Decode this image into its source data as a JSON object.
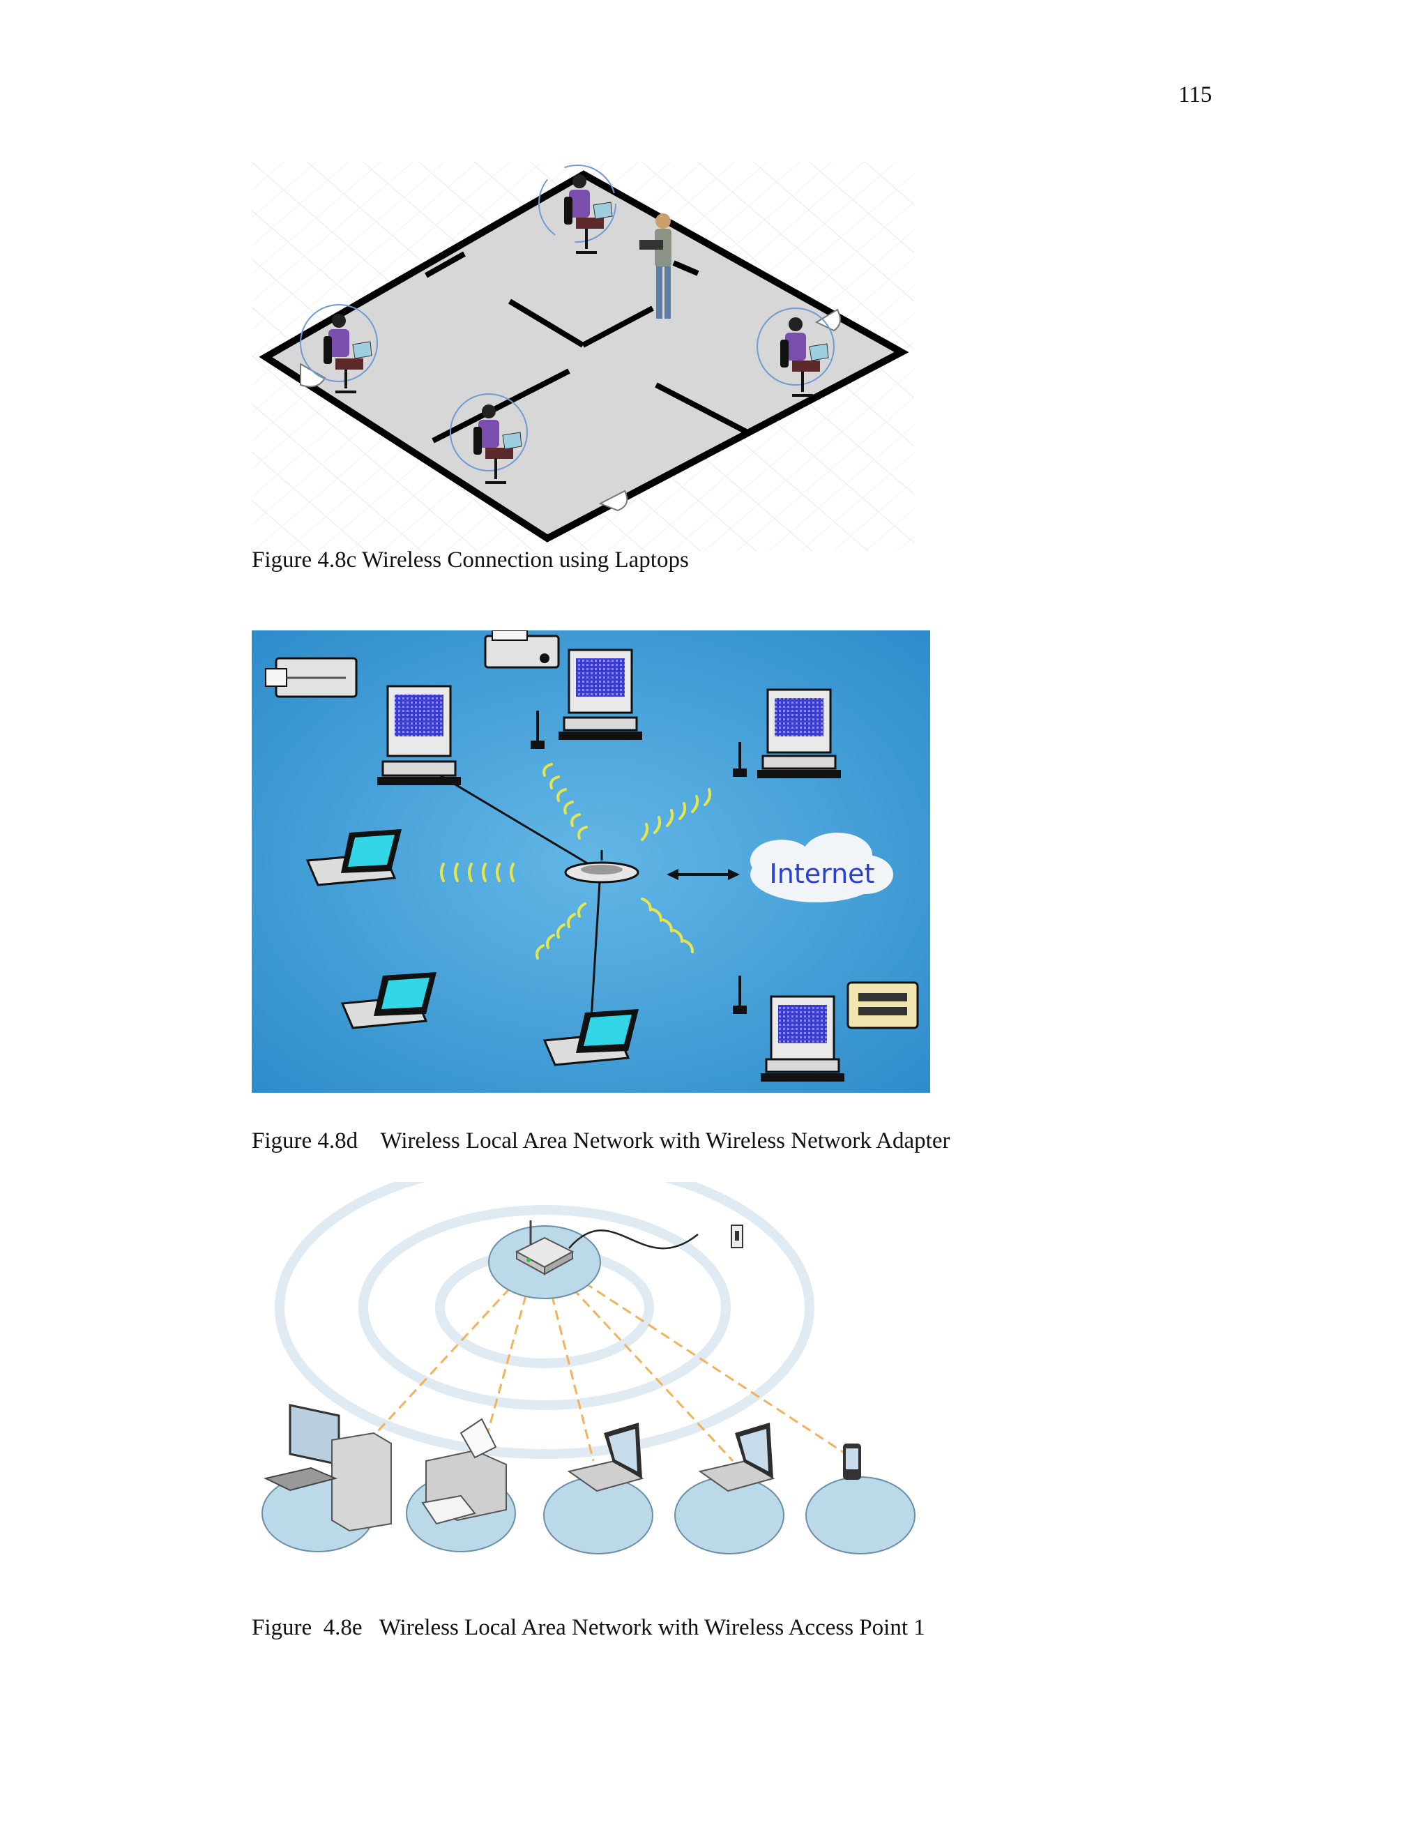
{
  "page": {
    "number": "115"
  },
  "figures": [
    {
      "id": "4.8c",
      "caption": "Figure 4.8c Wireless Connection using Laptops"
    },
    {
      "id": "4.8d",
      "caption": "Figure 4.8d    Wireless Local Area Network with Wireless Network Adapter",
      "labels": {
        "cloud": "Internet"
      }
    },
    {
      "id": "4.8e",
      "caption": "Figure  4.8e   Wireless Local Area Network with Wireless Access Point 1"
    }
  ],
  "colors": {
    "water_blue": "#3f9fd6",
    "screen_blue": "#3b3bd0",
    "laptop_cyan": "#33d6e6",
    "wave_yellow": "#e7e54a",
    "access_point_disc": "#bcd9ea",
    "signal_orange": "#f0b35a"
  }
}
